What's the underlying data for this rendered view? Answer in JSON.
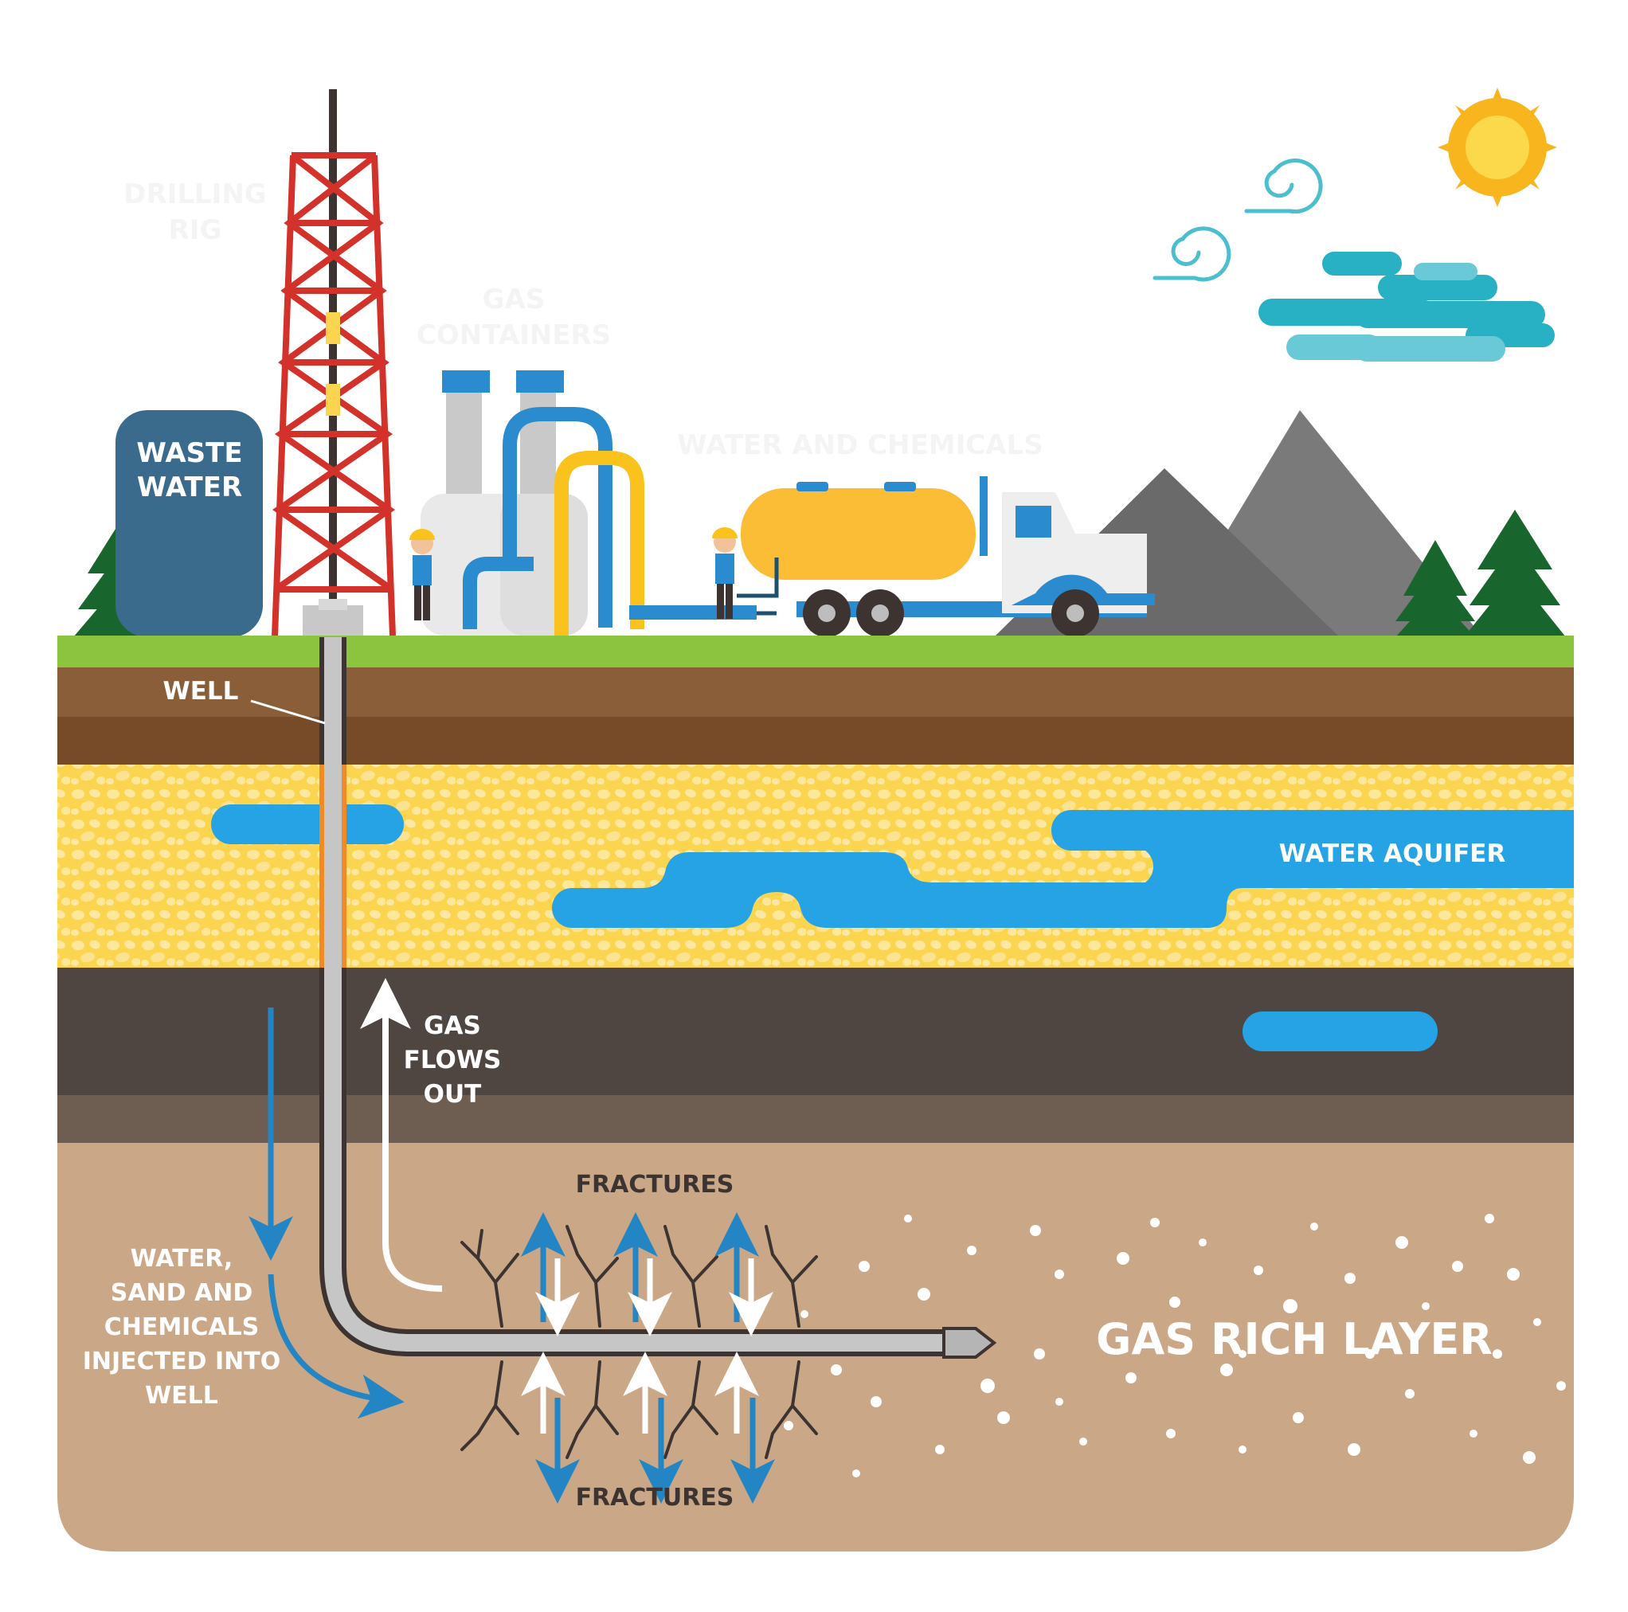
{
  "labels": {
    "drilling_rig": [
      "DRILLING",
      "RIG"
    ],
    "gas_containers": [
      "GAS",
      "CONTAINERS"
    ],
    "water_and_chemicals": "WATER AND CHEMICALS",
    "waste_water": [
      "WASTE",
      "WATER"
    ],
    "well": "WELL",
    "water_aquifer": "WATER AQUIFER",
    "gas_flows_out": [
      "GAS",
      "FLOWS",
      "OUT"
    ],
    "fractures_top": "FRACTURES",
    "fractures_bottom": "FRACTURES",
    "injected": [
      "WATER,",
      "SAND AND",
      "CHEMICALS",
      "INJECTED INTO",
      "WELL"
    ],
    "gas_rich_layer": "GAS RICH LAYER"
  },
  "colors": {
    "grass": "#8cc43f",
    "topsoil": "#8a5e38",
    "subsoil": "#774b27",
    "sand": "#fbd54f",
    "water": "#26a3e4",
    "rock": "#504641",
    "rock_lower": "#6e5e52",
    "gas_layer": "#caa887",
    "tree": "#18662e",
    "mountain": "#6f6f6f",
    "rig": "#d3322b",
    "tank": "#3a6a8c",
    "truck_tank": "#fbbd35",
    "sun": "#f9b51d",
    "cloud": "#28b1c4"
  }
}
